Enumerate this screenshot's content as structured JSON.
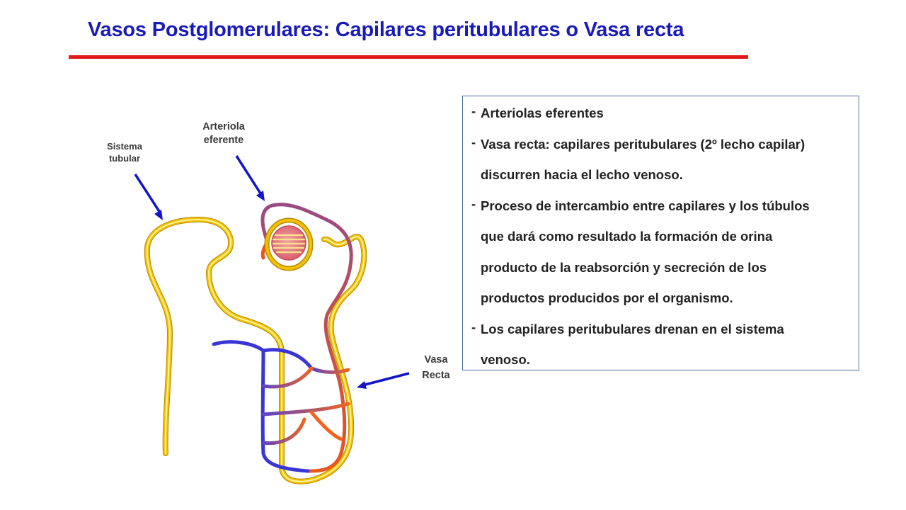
{
  "title": "Vasos Postglomerulares: Capilares peritubulares o Vasa recta",
  "colors": {
    "title": "#1a1ab8",
    "rule": "#e01b1b",
    "tubule": "#f2c200",
    "arrow": "#1414c8",
    "venous": "#3a36d4",
    "arterial": "#f0641e",
    "transition": "#8a4a7a",
    "glomerulus": "#e87a86"
  },
  "labels": {
    "sistema_tubular": [
      "Sistema",
      "tubular"
    ],
    "arteriola_eferente": [
      "Arteriola",
      "eferente"
    ],
    "vasa_recta": [
      "Vasa",
      "Recta"
    ]
  },
  "bullets": [
    {
      "lines": [
        "Arteriolas eferentes"
      ]
    },
    {
      "lines": [
        "Vasa recta: capilares peritubulares (2º lecho capilar)",
        "discurren hacia el lecho venoso."
      ]
    },
    {
      "lines": [
        "Proceso de intercambio entre capilares y los túbulos",
        "que dará como resultado la formación de orina",
        "producto de la reabsorción y secreción de los",
        "productos producidos por el organismo."
      ]
    },
    {
      "lines": [
        "Los capilares peritubulares drenan en el sistema",
        "venoso."
      ]
    }
  ],
  "bullet_marker": "-"
}
